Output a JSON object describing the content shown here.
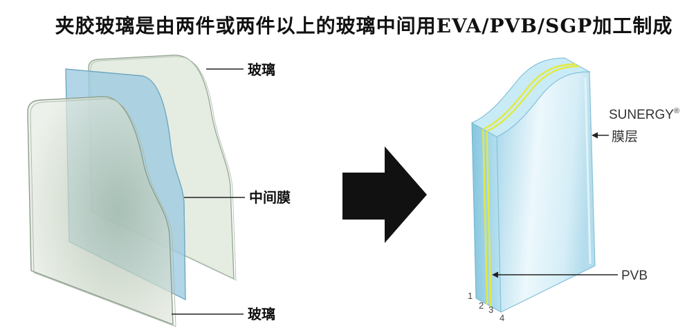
{
  "title": "夹胶玻璃是由两件或两件以上的玻璃中间用EVA/PVB/SGP加工制成",
  "left_diagram": {
    "labels": {
      "glass_top": "玻璃",
      "interlayer": "中间膜",
      "glass_bottom": "玻璃"
    }
  },
  "right_diagram": {
    "brand": "SUNERGY",
    "brand_mark": "®",
    "coating": "膜层",
    "pvb": "PVB",
    "layer_numbers": [
      "1",
      "2",
      "3",
      "4"
    ]
  },
  "icons": {
    "transition_arrow": "arrow-right-icon"
  },
  "colors": {
    "glass": "#e2eadf",
    "interlayer_film": "#9ccbe0",
    "pvb_layer": "#e3ea3f",
    "arrow": "#111111",
    "label_text": "#111111"
  }
}
